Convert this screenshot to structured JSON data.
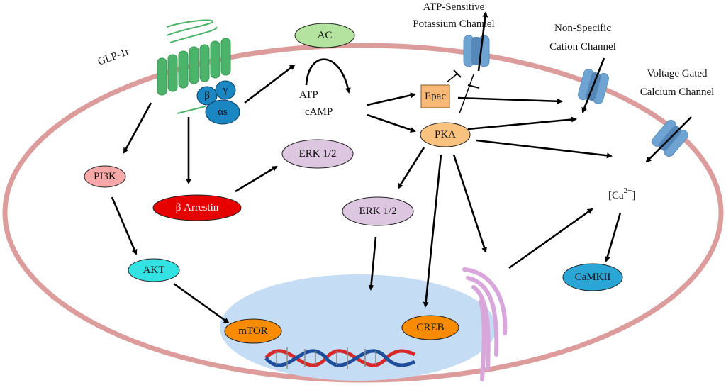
{
  "labels": {
    "receptor": "GLP-1r",
    "beta": "β",
    "gamma": "γ",
    "alpha_s": "αs",
    "ac": "AC",
    "atp": "ATP",
    "camp": "cAMP",
    "epac": "Epac",
    "pka": "PKA",
    "katp_line1": "ATP-Sensitive",
    "katp_line2": "Potassium Channel",
    "nsc_line1": "Non-Specific",
    "nsc_line2": "Cation Channel",
    "vgcc_line1": "Voltage Gated",
    "vgcc_line2": "Calcium Channel",
    "erk_top": "ERK 1/2",
    "erk_bottom": "ERK 1/2",
    "pi3k": "PI3K",
    "arrestin": "β Arrestin",
    "akt": "AKT",
    "mtor": "mTOR",
    "creb": "CREB",
    "calcium": "[Ca",
    "calcium_sup": "2+",
    "calcium_close": "]",
    "camkii": "CaMKII"
  },
  "colors": {
    "membrane": "#dd9c9c",
    "nucleus": "#c4dcf4",
    "receptor": "#4cb36a",
    "g_protein": "#1a86c2",
    "ac": "#b4e3a0",
    "epac": "#f9b877",
    "pka": "#f9c27f",
    "channel": "#6a9ecb",
    "erk": "#dcc6e0",
    "pi3k": "#f7a8a8",
    "arrestin": "#e60000",
    "akt": "#33e3e3",
    "mtor": "#f98b00",
    "creb": "#f98b00",
    "camkii": "#2aa6d6",
    "er": "#d9a6dc"
  }
}
